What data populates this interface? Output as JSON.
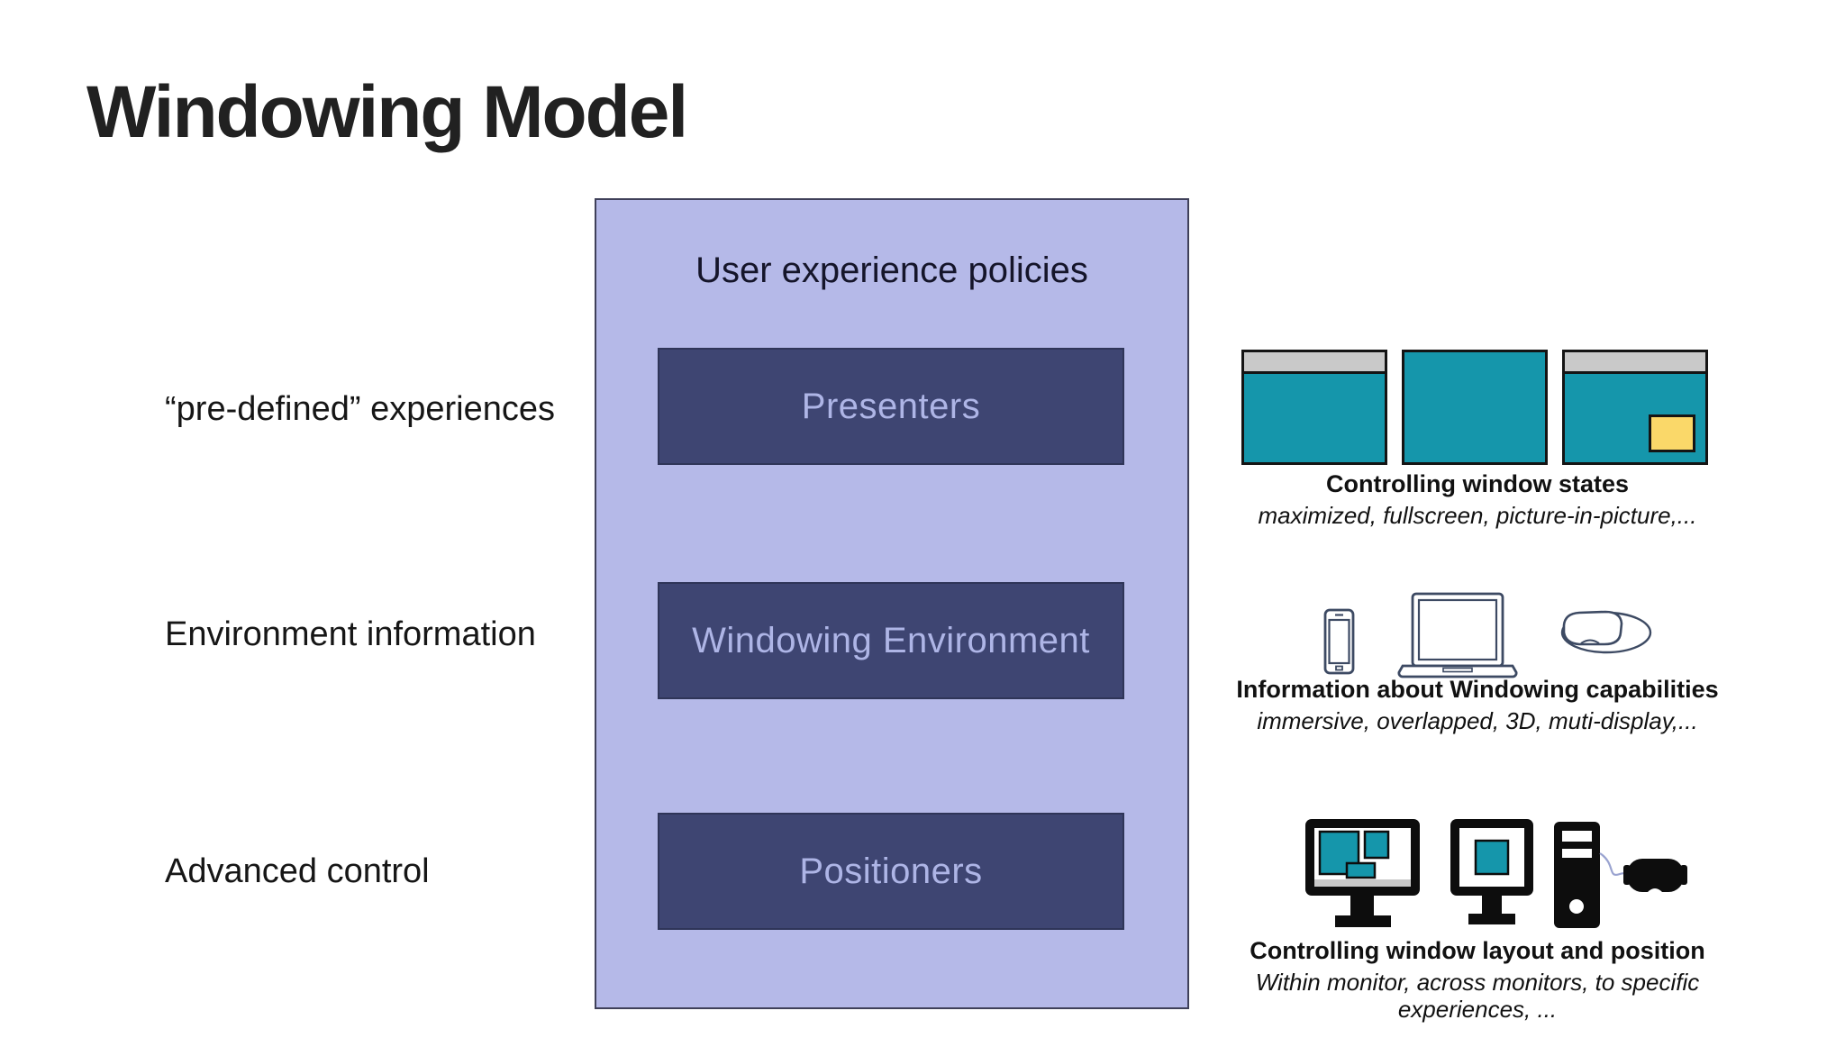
{
  "slide": {
    "title": "Windowing Model"
  },
  "policy_panel": {
    "header": "User experience policies",
    "layers": [
      {
        "label": "Presenters"
      },
      {
        "label": "Windowing Environment"
      },
      {
        "label": "Positioners"
      }
    ]
  },
  "left_labels": [
    {
      "text": "“pre-defined” experiences"
    },
    {
      "text": "Environment information"
    },
    {
      "text": "Advanced control"
    }
  ],
  "right_sections": [
    {
      "heading": "Controlling window states",
      "caption": "maximized, fullscreen, picture-in-picture,...",
      "icons": [
        "maximized-window-icon",
        "fullscreen-window-icon",
        "picture-in-picture-window-icon"
      ]
    },
    {
      "heading": "Information about Windowing capabilities",
      "caption": "immersive, overlapped, 3D, muti-display,...",
      "icons": [
        "smartphone-icon",
        "laptop-icon",
        "hololens-icon"
      ]
    },
    {
      "heading": "Controlling window layout and position",
      "caption": "Within monitor, across monitors, to specific experiences, ...",
      "icons": [
        "monitor-multi-window-icon",
        "desktop-pc-tower-icon",
        "vr-headset-icon"
      ]
    }
  ],
  "colors": {
    "panel_fill": "#b5b9e8",
    "layer_fill": "#3e4572",
    "layer_text": "#aeb5e6",
    "window_teal": "#1596ab",
    "titlebar_gray": "#c9c9c9",
    "pip_yellow": "#fad869",
    "icon_black": "#0d0d0d",
    "outline_icon_stroke": "#3d4a63"
  }
}
